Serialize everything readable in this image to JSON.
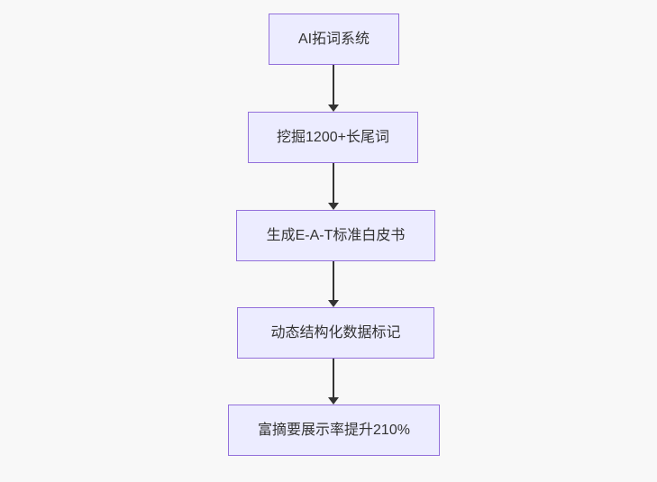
{
  "diagram": {
    "type": "flowchart-vertical",
    "colors": {
      "background": "#f8f8f8",
      "node_fill": "#ececff",
      "node_border": "#9370db",
      "edge": "#333333",
      "text": "#333333"
    },
    "nodes": [
      {
        "label": "AI拓词系统"
      },
      {
        "label": "挖掘1200+长尾词"
      },
      {
        "label": "生成E-A-T标准白皮书"
      },
      {
        "label": "动态结构化数据标记"
      },
      {
        "label": "富摘要展示率提升210%"
      }
    ],
    "edges": [
      {
        "from": 0,
        "to": 1
      },
      {
        "from": 1,
        "to": 2
      },
      {
        "from": 2,
        "to": 3
      },
      {
        "from": 3,
        "to": 4
      }
    ]
  }
}
